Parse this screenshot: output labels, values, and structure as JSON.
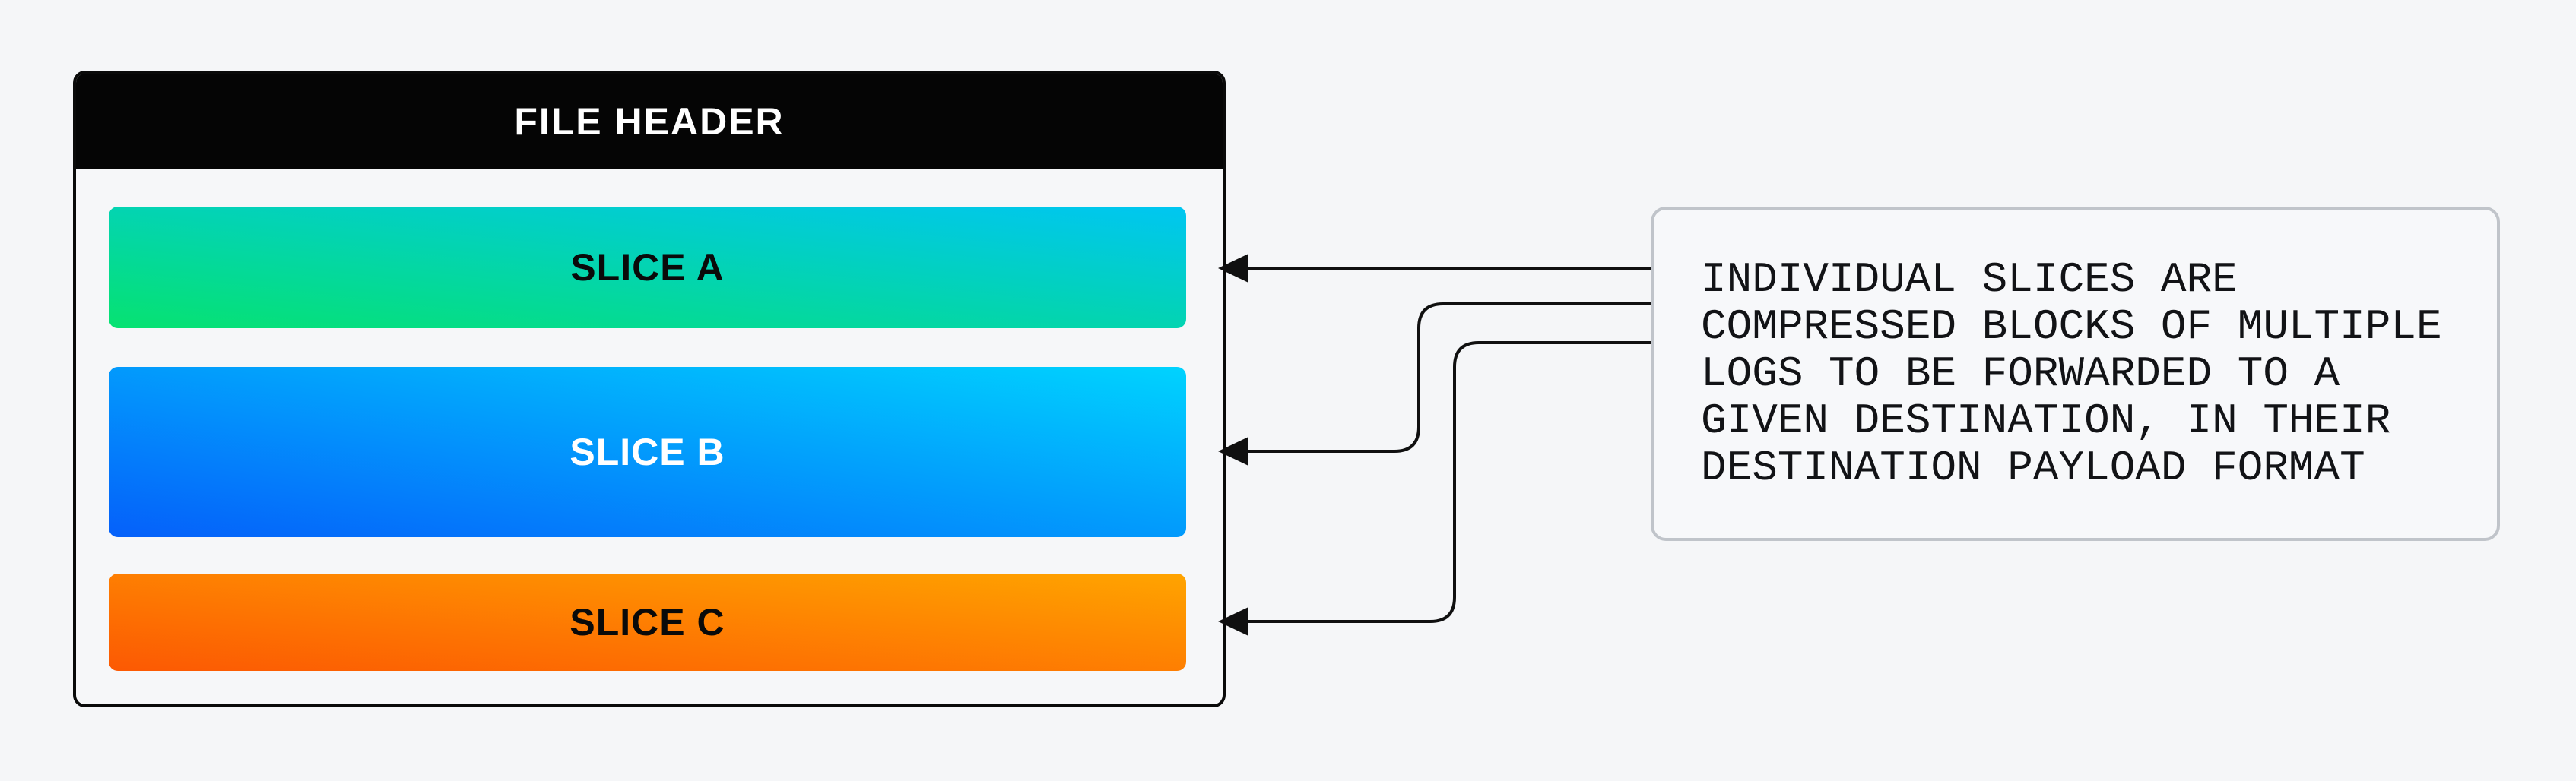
{
  "colors": {
    "page_bg": "#f5f6f8",
    "container_bg": "#f6f7f9",
    "container_border": "#0a0a0a",
    "header_bg": "#050505",
    "header_text": "#ffffff",
    "slice_a_from": "#06e271",
    "slice_a_to": "#00c6f2",
    "slice_b_from": "#0560fa",
    "slice_b_to": "#00d3fe",
    "slice_c_from": "#fc5903",
    "slice_c_to": "#ffa400",
    "slice_label_dark": "#0a0a0a",
    "slice_label_light": "#ffffff",
    "note_bg": "#f7f8fa",
    "note_border": "#c0c4ca",
    "note_text": "#121316",
    "connector": "#101010"
  },
  "file_box": {
    "header_label": "FILE HEADER",
    "slices": [
      {
        "label": "SLICE A"
      },
      {
        "label": "SLICE B"
      },
      {
        "label": "SLICE C"
      }
    ]
  },
  "annotation": {
    "lines": [
      "INDIVIDUAL SLICES ARE",
      "COMPRESSED BLOCKS OF MULTIPLE",
      "LOGS TO BE FORWARDED TO A",
      "GIVEN DESTINATION, IN THEIR",
      "DESTINATION PAYLOAD FORMAT"
    ]
  }
}
